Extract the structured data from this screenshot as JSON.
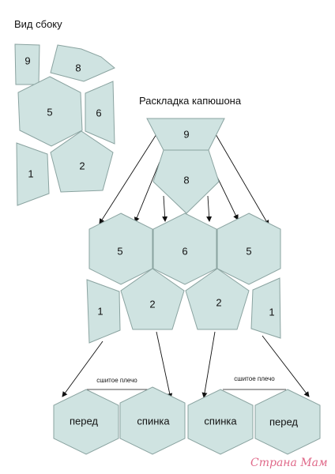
{
  "side_view": {
    "title": "Вид сбоку",
    "pieces": {
      "p9": "9",
      "p8": "8",
      "p5": "5",
      "p6": "6",
      "p1": "1",
      "p2": "2"
    }
  },
  "layout": {
    "title": "Раскладка капюшона",
    "pieces": {
      "p9": "9",
      "p8": "8",
      "p5_left": "5",
      "p6": "6",
      "p5_right": "5",
      "p1_left": "1",
      "p2_left": "2",
      "p2_right": "2",
      "p1_right": "1"
    },
    "bottom": {
      "front_left": "перед",
      "back_left": "спинка",
      "back_right": "спинка",
      "front_right": "перед",
      "seam_note_left": "сшитое плечо",
      "seam_note_right": "сшитое плечо"
    }
  },
  "watermark": "Страна Мам",
  "colors": {
    "piece_fill": "#cfe3e1",
    "piece_stroke": "#8aa3a0",
    "watermark": "#e06a8a"
  }
}
